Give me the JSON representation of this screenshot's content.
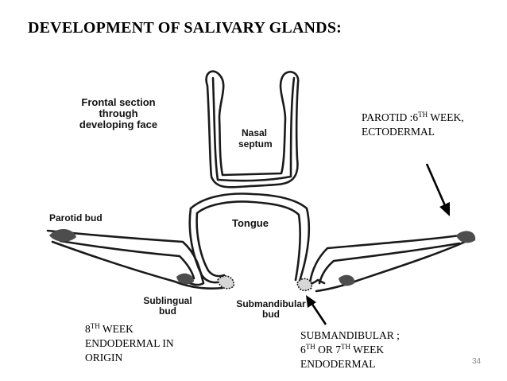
{
  "slide": {
    "title": "DEVELOPMENT OF SALIVARY GLANDS:",
    "page_number": "34"
  },
  "figure": {
    "caption_lines": [
      "Frontal section",
      "through",
      "developing face"
    ],
    "labels": {
      "nasal": [
        "Nasal",
        "septum"
      ],
      "tongue": "Tongue",
      "parotid_bud": "Parotid bud",
      "sublingual": [
        "Sublingual",
        "bud"
      ],
      "submandibular": [
        "Submandibular",
        "bud"
      ]
    }
  },
  "annotations": {
    "parotid": {
      "line1_pre": "PAROTID :6",
      "line1_sup": "TH",
      "line1_post": " WEEK,",
      "line2": "ECTODERMAL"
    },
    "sublingual": {
      "line1_pre": "8",
      "line1_sup": "TH",
      "line1_post": " WEEK",
      "line2": "ENDODERMAL IN",
      "line3": "ORIGIN"
    },
    "submandibular": {
      "line1": "SUBMANDIBULAR ;",
      "line2_a": "6",
      "line2_sup_a": "TH",
      "line2_mid": " OR 7",
      "line2_sup_b": "TH",
      "line2_post": " WEEK",
      "line3": "ENDODERMAL"
    }
  },
  "colors": {
    "ink": "#1a1a1a",
    "bud": "#4d4d4d"
  }
}
